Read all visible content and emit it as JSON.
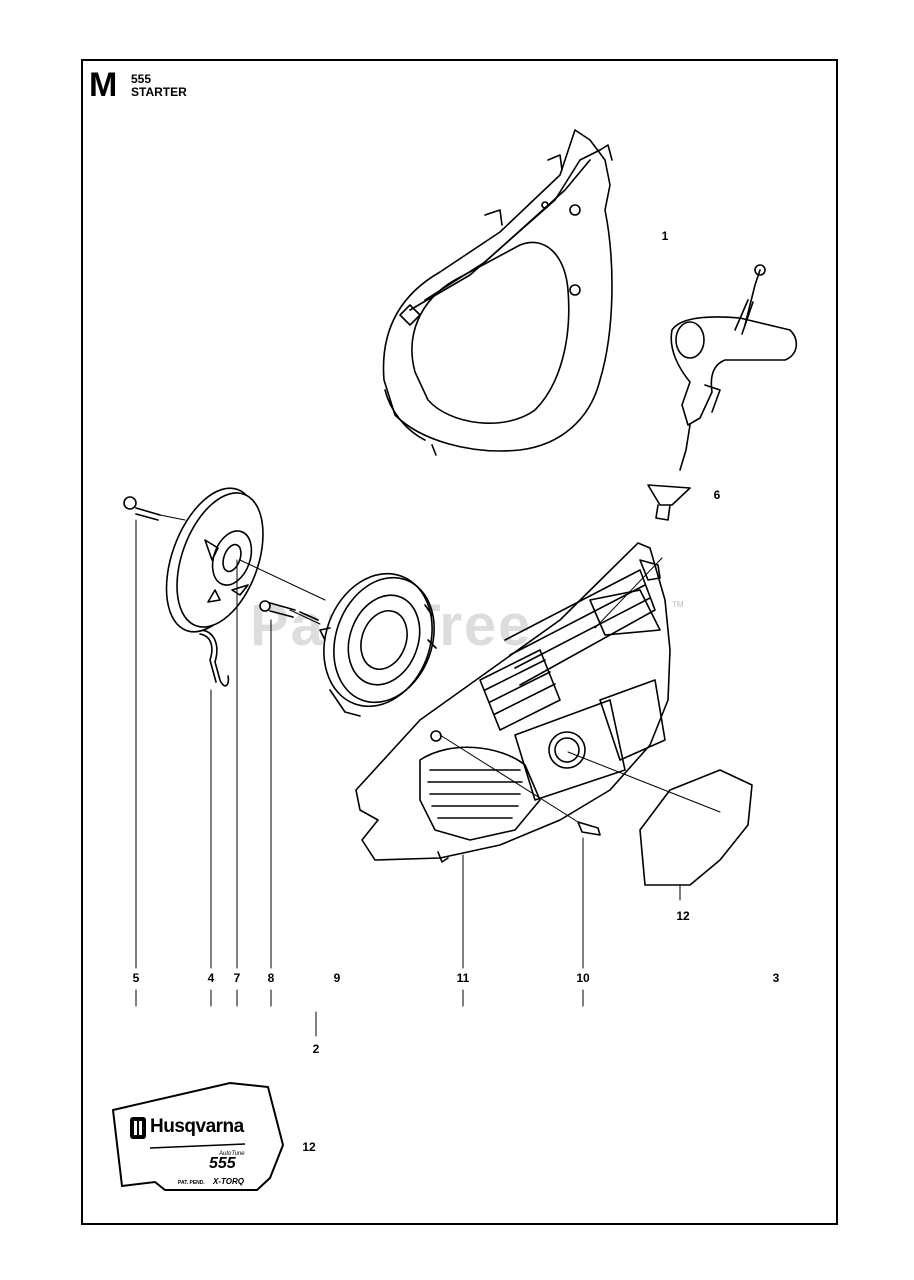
{
  "section": {
    "letter": "M",
    "model": "555",
    "title": "STARTER"
  },
  "watermark": {
    "text": "PartsTree",
    "tm": "TM"
  },
  "callouts": {
    "n1": "1",
    "n6": "6",
    "n12a": "12",
    "n5": "5",
    "n4": "4",
    "n7": "7",
    "n8": "8",
    "n9": "9",
    "n11": "11",
    "n10": "10",
    "n3": "3",
    "n2": "2",
    "n12b": "12"
  },
  "decal": {
    "brand": "Husqvarna",
    "autotune": "AutoTune",
    "model": "555",
    "patent": "PAT. PEND.",
    "xtorq": "X-TORQ"
  }
}
